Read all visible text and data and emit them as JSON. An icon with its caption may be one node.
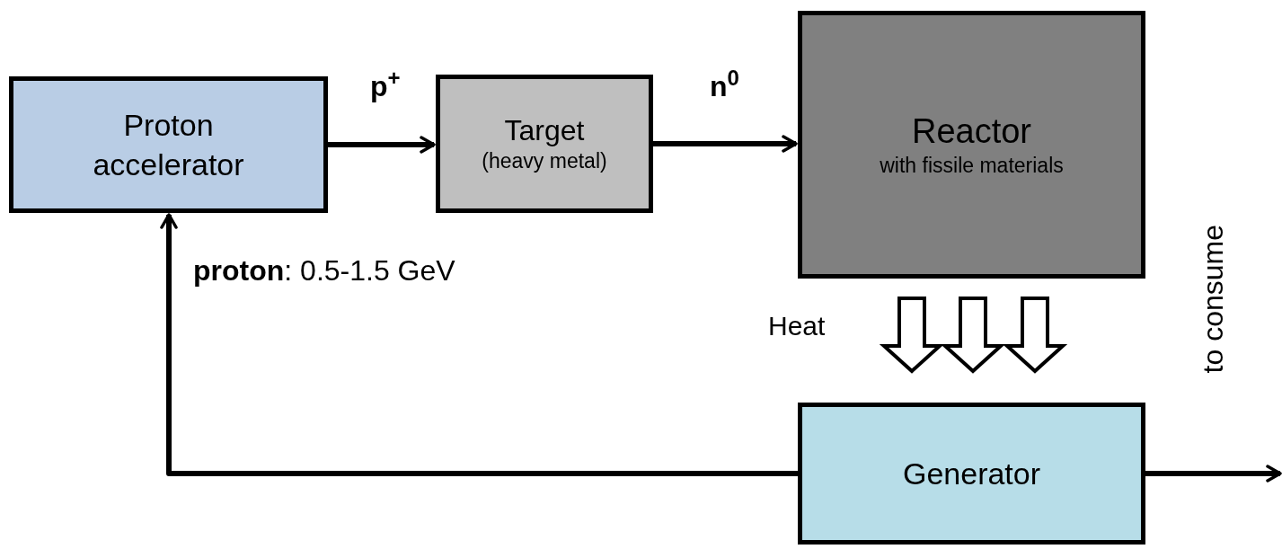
{
  "diagram": {
    "nodes": [
      {
        "text": [
          "Proton accelerator"
        ]
      },
      {
        "text": [
          "Target",
          "(heavy metal)"
        ]
      },
      {
        "text": [
          "Reactor",
          "with fissile materials"
        ]
      },
      {
        "text": [
          "Generator"
        ]
      }
    ],
    "edges": [
      {
        "from": 0,
        "to": 1,
        "arrow": "to",
        "label": "p$^{+}$"
      },
      {
        "from": 1,
        "to": 2,
        "arrow": "to",
        "label": "n$^{0}$"
      },
      {
        "from": 2,
        "to": 3,
        "arrow": "to",
        "style": "thick"
      },
      {
        "from": 2,
        "to": 3,
        "arrow": "to",
        "style": "thick"
      },
      {
        "from": 2,
        "to": 3,
        "arrow": "to",
        "style": "thick"
      },
      {
        "from": 3,
        "to": 0,
        "arrow": "to"
      },
      {
        "from": 3,
        "to": null,
        "arrow": "to"
      }
    ],
    "labels": [
      "**proton**: 0.5-1.5 GeV",
      "Heat",
      "to consume"
    ]
  }
}
